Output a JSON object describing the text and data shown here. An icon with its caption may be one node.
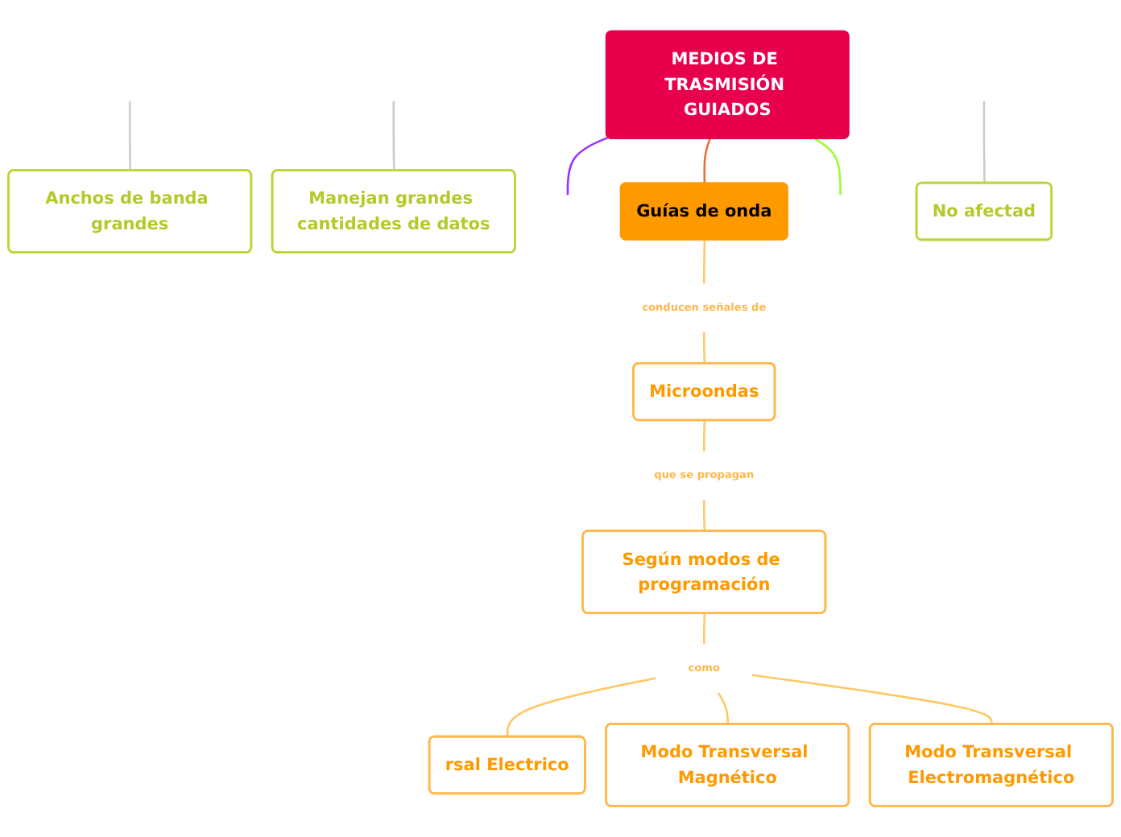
{
  "diagram": {
    "nodes": [
      {
        "text": [
          "MEDIOS DE TRASMISIÓN GUIADOS"
        ]
      },
      {
        "text": [
          "Guías de onda"
        ]
      },
      {
        "text": [
          "conducen señales de"
        ]
      },
      {
        "text": [
          "Microondas"
        ]
      },
      {
        "text": [
          "que se propagan"
        ]
      },
      {
        "text": [
          "Según modos de programación"
        ]
      },
      {
        "text": [
          "como"
        ]
      },
      {
        "text": [
          "rsal Electrico"
        ]
      },
      {
        "text": [
          "Modo Transversal Magnético"
        ]
      },
      {
        "text": [
          "Modo Transversal Electromagnético"
        ]
      },
      {
        "text": [
          "Anchos de banda grandes"
        ]
      },
      {
        "text": [
          "Manejan grandes cantidades de datos"
        ]
      },
      {
        "text": [
          "No afectad"
        ]
      }
    ],
    "edges": [
      {
        "from": 0,
        "to": null,
        "arrow": "none",
        "color": "#9933ff"
      },
      {
        "from": 0,
        "to": 1,
        "arrow": "none",
        "color": "#e8703a"
      },
      {
        "from": 0,
        "to": null,
        "arrow": "none",
        "color": "#99ff33"
      },
      {
        "from": 1,
        "to": 2,
        "arrow": "none"
      },
      {
        "from": 2,
        "to": 3,
        "arrow": "none"
      },
      {
        "from": 3,
        "to": 4,
        "arrow": "none"
      },
      {
        "from": 4,
        "to": 5,
        "arrow": "none"
      },
      {
        "from": 5,
        "to": 6,
        "arrow": "none"
      },
      {
        "from": 6,
        "to": 7,
        "arrow": "none"
      },
      {
        "from": 6,
        "to": 8,
        "arrow": "none"
      },
      {
        "from": 6,
        "to": 9,
        "arrow": "none"
      },
      {
        "from": null,
        "to": 10,
        "arrow": "none",
        "color": "#cccccc"
      },
      {
        "from": null,
        "to": 11,
        "arrow": "none",
        "color": "#cccccc"
      },
      {
        "from": null,
        "to": 12,
        "arrow": "none",
        "color": "#cccccc"
      }
    ]
  }
}
